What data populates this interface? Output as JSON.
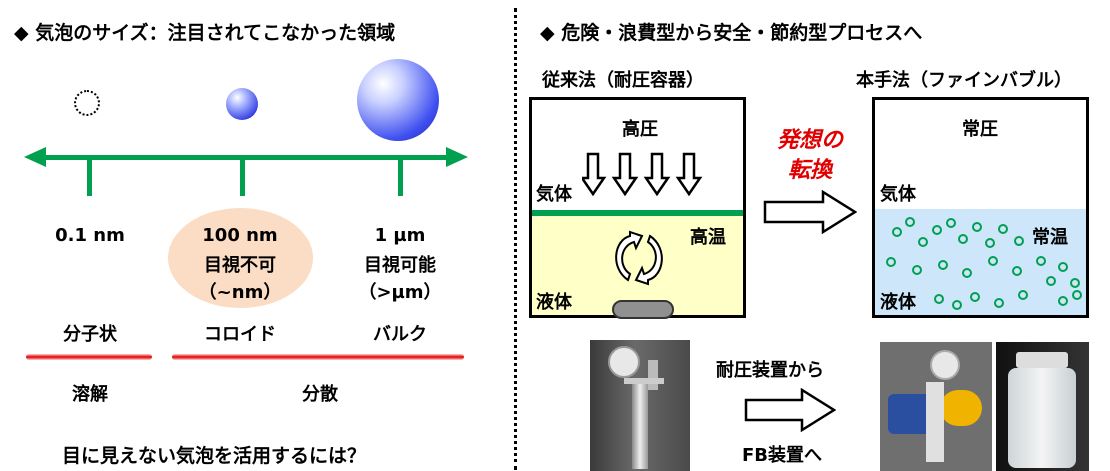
{
  "left": {
    "title": "◆ 気泡のサイズ：注目されてこなかった領域",
    "scale": [
      {
        "size": "0.1 nm",
        "note1": "",
        "note2": "",
        "type": "分子状"
      },
      {
        "size": "100 nm",
        "note1": "目視不可",
        "note2": "（~nm）",
        "type": "コロイド"
      },
      {
        "size": "1 µm",
        "note1": "目視可能",
        "note2": "（>µm）",
        "type": "バルク"
      }
    ],
    "states": {
      "dissolve": "溶解",
      "disperse": "分散"
    },
    "question": "目に見えない気泡を活用するには？"
  },
  "right": {
    "title": "◆ 危険・浪費型から安全・節約型プロセスへ",
    "conventional": {
      "heading": "従来法（耐圧容器）",
      "pressure": "高圧",
      "gas": "気体",
      "temperature": "高温",
      "liquid": "液体"
    },
    "shift": {
      "line1": "発想の",
      "line2": "転換"
    },
    "proposed": {
      "heading": "本手法（ファインバブル）",
      "pressure": "常圧",
      "gas": "気体",
      "temperature": "常温",
      "liquid": "液体"
    },
    "device": {
      "from": "耐圧装置から",
      "to": "FB装置へ"
    }
  },
  "colors": {
    "green": "#00a050",
    "red": "#e00000",
    "peach": "#fbdcc4",
    "liquid_yellow": "#ffffc8",
    "liquid_blue": "#cde6fa"
  }
}
